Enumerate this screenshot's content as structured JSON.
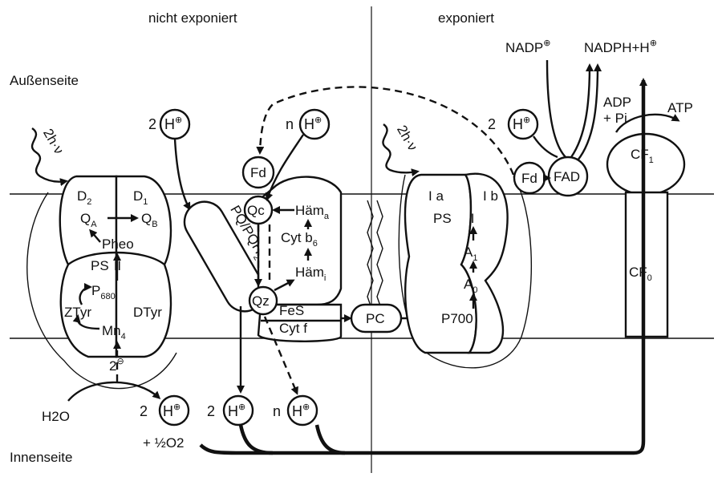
{
  "header": {
    "left": "nicht exponiert",
    "right": "exponiert"
  },
  "sides": {
    "outer": "Außenseite",
    "inner": "Innenseite"
  },
  "ps2": {
    "d2": "D",
    "d2_sub": "2",
    "d1": "D",
    "d1_sub": "1",
    "qa": "Q",
    "qa_sub": "A",
    "qb": "Q",
    "qb_sub": "B",
    "pheo": "Pheo",
    "ps": "PS",
    "ps_num": "II",
    "p680": "P",
    "p680_sub": "680",
    "ztyr": "ZTyr",
    "dtyr": "DTyr",
    "mn": "Mn",
    "mn_sub": "4",
    "light": "2h·ν"
  },
  "pq": {
    "label": "PQ/PQH",
    "label_sub": "2"
  },
  "cyt": {
    "qc": "Qc",
    "qz": "Qz",
    "ham_a": "Häm",
    "ham_a_sub": "a",
    "cyt_b": "Cyt b",
    "cyt_b_sub": "6",
    "ham_i": "Häm",
    "ham_i_sub": "i",
    "fes": "FeS",
    "cytf": "Cyt f",
    "fd": "Fd"
  },
  "pc": "PC",
  "ps1": {
    "ia": "I a",
    "ib": "I b",
    "ps": "PS",
    "ps_num": "I",
    "a1": "A",
    "a1_sub": "1",
    "a0": "A",
    "a0_sub": "0",
    "p700": "P700",
    "light": "2h·ν",
    "fd": "Fd",
    "fad": "FAD"
  },
  "atp": {
    "nadp": "NADP",
    "nadph": "NADPH+H",
    "adp": "ADP",
    "pi": "+ Pi",
    "atp": "ATP",
    "cf1": "CF",
    "cf1_sub": "1",
    "cf0": "CF",
    "cf0_sub": "0"
  },
  "protons": {
    "h": "H",
    "two": "2",
    "n": "n"
  },
  "water": {
    "h2o": "H2O",
    "o2": "+ ½O2",
    "electrons": "2"
  }
}
